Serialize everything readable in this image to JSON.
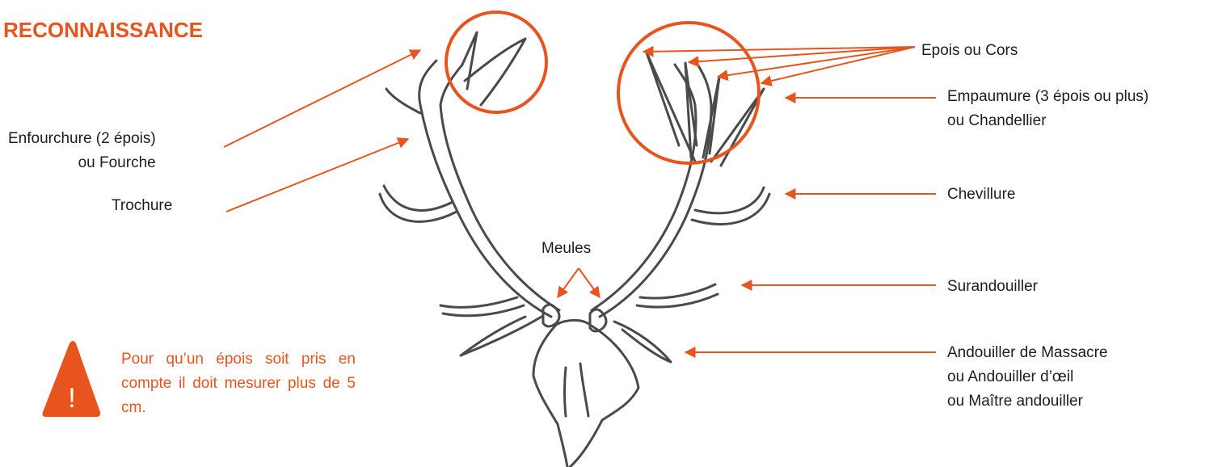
{
  "title": "RECONNAISSANCE",
  "labels": {
    "enfourchure": [
      "Enfourchure (2 épois)",
      "ou Fourche"
    ],
    "trochure": "Trochure",
    "meules": "Meules",
    "epois": "Epois ou Cors",
    "empaumure": [
      "Empaumure (3 épois ou plus)",
      "ou Chandellier"
    ],
    "chevillure": "Chevillure",
    "surandouiller": "Surandouiller",
    "andouiller": [
      "Andouiller de Massacre",
      "ou Andouiller d’œil",
      "ou Maître andouiller"
    ]
  },
  "note": "Pour qu’un épois soit pris en compte il doit mesurer plus de 5 cm.",
  "warning_symbol": "!",
  "colors": {
    "accent": "#e8541e",
    "text": "#1d1d1d",
    "sketch": "#4a4a4a"
  },
  "icons": {
    "warning": "warning-triangle-icon",
    "antlers": "deer-antlers-illustration"
  }
}
